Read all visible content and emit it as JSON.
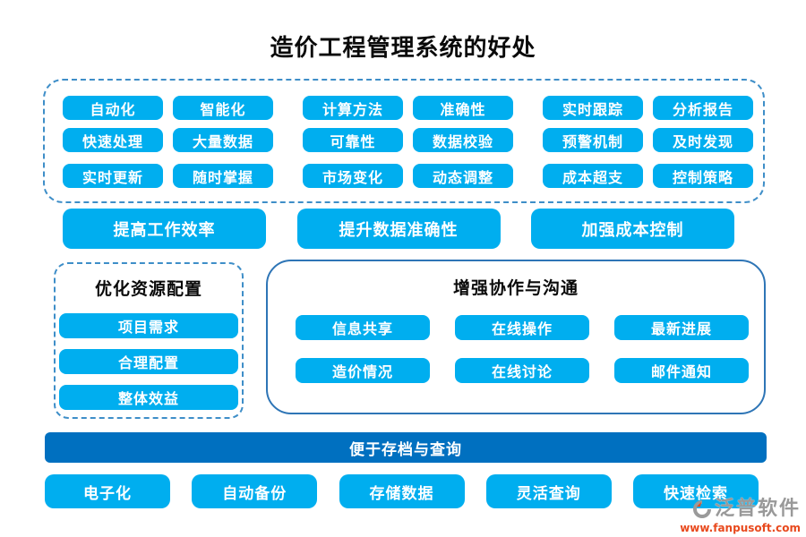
{
  "title": "造价工程管理系统的好处",
  "colors": {
    "button_cyan": "#00AEEF",
    "archive_bar_blue": "#0070C0",
    "dashed_border_blue": "#3E8EC8",
    "solid_border_blue": "#2E75B6",
    "watermark_gray": "#999999",
    "watermark_orange": "#E8491D"
  },
  "top_grid": {
    "rows": [
      [
        "自动化",
        "智能化",
        "计算方法",
        "准确性",
        "实时跟踪",
        "分析报告"
      ],
      [
        "快速处理",
        "大量数据",
        "可靠性",
        "数据校验",
        "预警机制",
        "及时发现"
      ],
      [
        "实时更新",
        "随时掌握",
        "市场变化",
        "动态调整",
        "成本超支",
        "控制策略"
      ]
    ]
  },
  "mid_buttons": [
    "提高工作效率",
    "提升数据准确性",
    "加强成本控制"
  ],
  "resource_box": {
    "title": "优化资源配置",
    "items": [
      "项目需求",
      "合理配置",
      "整体效益"
    ]
  },
  "collab_box": {
    "title": "增强协作与沟通",
    "rows": [
      [
        "信息共享",
        "在线操作",
        "最新进展"
      ],
      [
        "造价情况",
        "在线讨论",
        "邮件通知"
      ]
    ]
  },
  "archive_bar": {
    "label": "便于存档与查询"
  },
  "bottom_buttons": [
    "电子化",
    "自动备份",
    "存储数据",
    "灵活查询",
    "快速检索"
  ],
  "watermark": {
    "brand": "泛普软件",
    "url": "www.fanpusoft.com"
  }
}
